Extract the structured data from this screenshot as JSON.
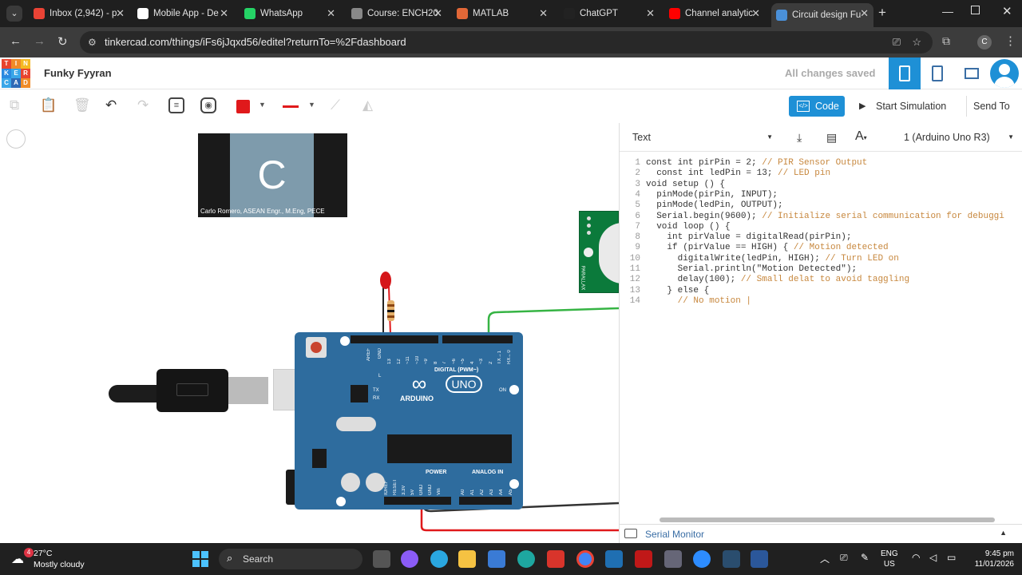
{
  "browser": {
    "tabs": [
      {
        "label": "Inbox (2,942) - p",
        "color": "#ea4335"
      },
      {
        "label": "Mobile App - De",
        "color": "#ffffff"
      },
      {
        "label": "WhatsApp",
        "color": "#25d366"
      },
      {
        "label": "Course: ENCH20",
        "color": "#888888"
      },
      {
        "label": "MATLAB",
        "color": "#e16737"
      },
      {
        "label": "ChatGPT",
        "color": "#222222"
      },
      {
        "label": "Channel analytic",
        "color": "#ff0000"
      },
      {
        "label": "Circuit design Fu",
        "color": "#4a90d9"
      }
    ],
    "url": "tinkercad.com/things/iFs6jJqxd56/editel?returnTo=%2Fdashboard",
    "profile_initial": "C"
  },
  "app": {
    "logo_letters": [
      "T",
      "I",
      "N",
      "K",
      "E",
      "R",
      "C",
      "A",
      "D"
    ],
    "project_name": "Funky Fyyran",
    "save_status": "All changes saved"
  },
  "toolbar": {
    "code_label": "Code",
    "start_sim_label": "Start Simulation",
    "send_to_label": "Send To",
    "color_hex": "#e0191b"
  },
  "video": {
    "initial": "C",
    "caption": "Carlo Romero, ASEAN Engr., M.Eng, PECE"
  },
  "board": {
    "digital_label": "DIGITAL (PWM~)",
    "brand": "ARDUINO",
    "model": "UNO",
    "on_label": "ON",
    "power_label": "POWER",
    "analog_label": "ANALOG IN",
    "aref": "AREF",
    "gnd": "GND",
    "top_pins": [
      "13",
      "12",
      "~11",
      "~10",
      "~9",
      "8",
      "7",
      "~6",
      "~5",
      "4",
      "~3",
      "2",
      "TX→1",
      "RX←0"
    ],
    "bottom_pins": [
      "IOREF",
      "RESET",
      "3.3V",
      "5V",
      "GND",
      "GND",
      "Vin"
    ],
    "analog_pins": [
      "A0",
      "A1",
      "A2",
      "A3",
      "A4",
      "A5"
    ],
    "l_label": "L",
    "tx_label": "TX",
    "rx_label": "RX",
    "sensor_brand": "PARALLAX"
  },
  "code_panel": {
    "mode": "Text",
    "device": "1 (Arduino Uno R3)",
    "serial_monitor": "Serial Monitor",
    "lines": [
      {
        "n": "1",
        "code": "const int pirPin = 2;",
        "comment": " // PIR Sensor Output"
      },
      {
        "n": "2",
        "code": "  const int ledPin = 13;",
        "comment": " // LED pin"
      },
      {
        "n": "3",
        "code": "void setup () {",
        "comment": ""
      },
      {
        "n": "4",
        "code": "  pinMode(pirPin, INPUT);",
        "comment": ""
      },
      {
        "n": "5",
        "code": "  pinMode(ledPin, OUTPUT);",
        "comment": ""
      },
      {
        "n": "6",
        "code": "  Serial.begin(9600);",
        "comment": " // Initialize serial communication for debuggi"
      },
      {
        "n": "7",
        "code": "  void loop () {",
        "comment": ""
      },
      {
        "n": "8",
        "code": "    int pirValue = digitalRead(pirPin);",
        "comment": ""
      },
      {
        "n": "9",
        "code": "    if (pirValue == HIGH) {",
        "comment": " // Motion detected"
      },
      {
        "n": "10",
        "code": "      digitalWrite(ledPin, HIGH);",
        "comment": " // Turn LED on"
      },
      {
        "n": "11",
        "code": "      Serial.println(\"Motion Detected\");",
        "comment": ""
      },
      {
        "n": "12",
        "code": "      delay(100);",
        "comment": " // Small delat to avoid taggling"
      },
      {
        "n": "13",
        "code": "    } else {",
        "comment": ""
      },
      {
        "n": "14",
        "code": "      ",
        "comment": "// No motion |"
      }
    ]
  },
  "taskbar": {
    "weather_temp": "27°C",
    "weather_desc": "Mostly cloudy",
    "weather_badge": "4",
    "search_placeholder": "Search",
    "lang": "ENG",
    "region": "US",
    "time": "9:45 pm",
    "date": "11/01/2026"
  }
}
